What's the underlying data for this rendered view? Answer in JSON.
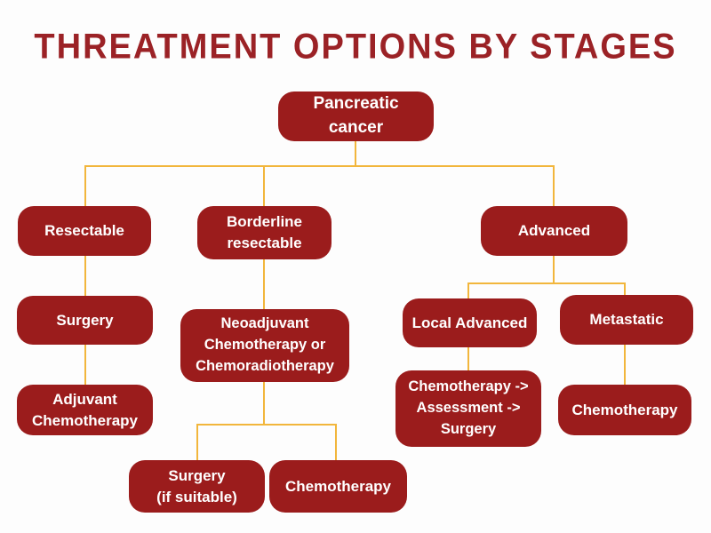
{
  "title": "THREATMENT OPTIONS BY STAGES",
  "colors": {
    "node_bg": "#9B1C1C",
    "node_text": "#FFFFFF",
    "connector": "#F2B63C",
    "title_color": "#9B2226",
    "page_bg": "#FDFDFD"
  },
  "nodes": {
    "root": {
      "label": "Pancreatic cancer"
    },
    "resectable": {
      "label": "Resectable"
    },
    "borderline": {
      "label": "Borderline\nresectable"
    },
    "advanced": {
      "label": "Advanced"
    },
    "surgery": {
      "label": "Surgery"
    },
    "adjuvant": {
      "label": "Adjuvant\nChemotherapy"
    },
    "neoadjuvant": {
      "label": "Neoadjuvant\nChemotherapy or\nChemoradiotherapy"
    },
    "surgery_if_suitable": {
      "label": "Surgery\n(if suitable)"
    },
    "chemotherapy_mid": {
      "label": "Chemotherapy"
    },
    "local_advanced": {
      "label": "Local Advanced"
    },
    "metastatic": {
      "label": "Metastatic"
    },
    "chemo_assessment_surgery": {
      "label": "Chemotherapy ->\nAssessment ->\nSurgery"
    },
    "chemotherapy_right": {
      "label": "Chemotherapy"
    }
  },
  "edges": [
    {
      "from": "root",
      "to": "resectable"
    },
    {
      "from": "root",
      "to": "borderline"
    },
    {
      "from": "root",
      "to": "advanced"
    },
    {
      "from": "resectable",
      "to": "surgery"
    },
    {
      "from": "surgery",
      "to": "adjuvant"
    },
    {
      "from": "borderline",
      "to": "neoadjuvant"
    },
    {
      "from": "neoadjuvant",
      "to": "surgery_if_suitable"
    },
    {
      "from": "neoadjuvant",
      "to": "chemotherapy_mid"
    },
    {
      "from": "advanced",
      "to": "local_advanced"
    },
    {
      "from": "advanced",
      "to": "metastatic"
    },
    {
      "from": "local_advanced",
      "to": "chemo_assessment_surgery"
    },
    {
      "from": "metastatic",
      "to": "chemotherapy_right"
    }
  ]
}
